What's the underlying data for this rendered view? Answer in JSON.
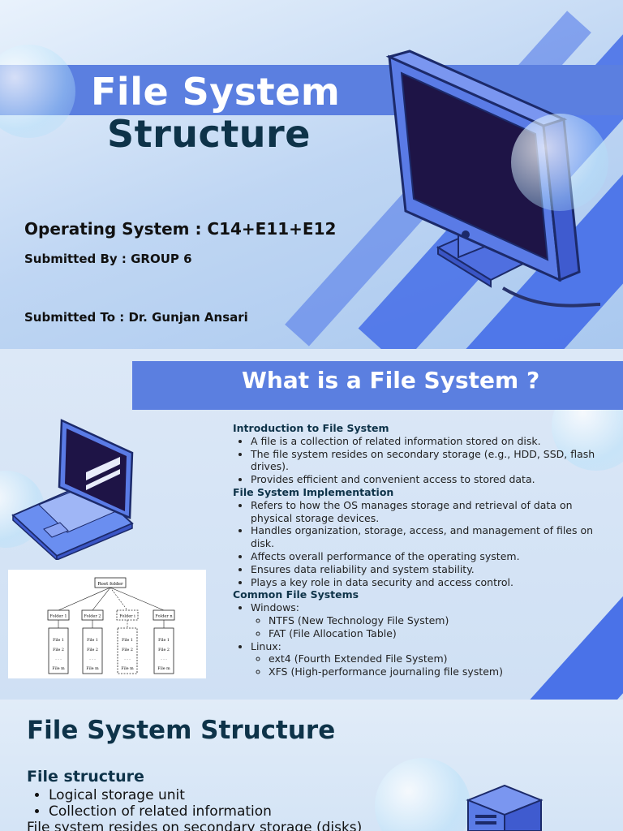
{
  "slide1": {
    "title_line1": "File System",
    "title_line2": "Structure",
    "subject": "Operating System : C14+E11+E12",
    "submitted_by": "Submitted By : GROUP 6",
    "submitted_to": "Submitted To : Dr. Gunjan Ansari"
  },
  "slide2": {
    "heading": "What is  a File System ?",
    "sections": [
      {
        "title": "Introduction to File System",
        "items": [
          "A file is a collection of related information stored on disk.",
          "The file system resides on secondary storage (e.g., HDD, SSD, flash drives).",
          "Provides efficient and convenient access to stored data."
        ]
      },
      {
        "title": "File System Implementation",
        "items": [
          "Refers to how the OS manages storage and retrieval of data on physical storage devices.",
          "Handles organization, storage, access, and management of files on disk.",
          "Affects overall performance of the operating system.",
          "Ensures data reliability and system stability.",
          "Plays a key role in data security and access control."
        ]
      },
      {
        "title": "Common File Systems",
        "windows": "Windows:",
        "windows_items": [
          "NTFS (New Technology File System)",
          "FAT (File Allocation Table)"
        ],
        "linux": "Linux:",
        "linux_items": [
          "ext4 (Fourth Extended File System)",
          "XFS (High-performance journaling file system)"
        ]
      }
    ],
    "diagram": {
      "root": "Root folder",
      "folders": [
        "Folder 1",
        "Folder 2",
        "Folder i",
        "Folder n"
      ],
      "files": [
        "File 1",
        "File 2",
        ". . .",
        "File m"
      ]
    }
  },
  "slide3": {
    "heading": "File System Structure",
    "subheading": "File structure",
    "items": [
      "Logical storage unit",
      "Collection of related information"
    ],
    "line": "File system resides on secondary storage (disks)"
  }
}
